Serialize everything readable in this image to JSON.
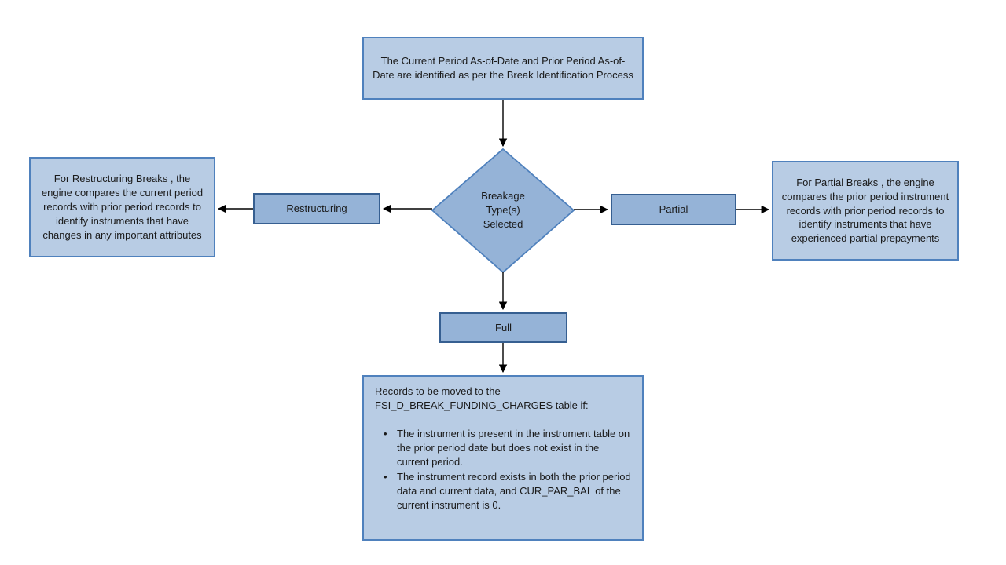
{
  "diagram": {
    "top_box": {
      "text": "The Current Period As-of-Date and Prior Period As-of-Date are identified as per the Break Identification Process"
    },
    "diamond": {
      "lines": [
        "Breakage",
        "Type(s)",
        "Selected"
      ]
    },
    "branches": {
      "restructuring_label": "Restructuring",
      "partial_label": "Partial",
      "full_label": "Full"
    },
    "left_box": {
      "text": "For Restructuring Breaks , the engine compares the current period records with prior period records to identify instruments that have changes in any important attributes"
    },
    "right_box": {
      "text": "For Partial Breaks , the engine compares the prior period instrument records with prior period records to identify instruments that have experienced partial prepayments"
    },
    "bottom_box": {
      "intro": "Records to be moved to the FSI_D_BREAK_FUNDING_CHARGES table if:",
      "bullets": [
        "The instrument is present in the instrument table on the prior period date but does not exist in the current period.",
        "The instrument record exists in both the prior period data and current data, and CUR_PAR_BAL of the current instrument is 0."
      ]
    },
    "colors": {
      "light_fill": "#b8cce4",
      "medium_fill": "#95b3d7",
      "light_border": "#4f81bd",
      "dark_border": "#365f91",
      "arrow": "#000000"
    }
  }
}
